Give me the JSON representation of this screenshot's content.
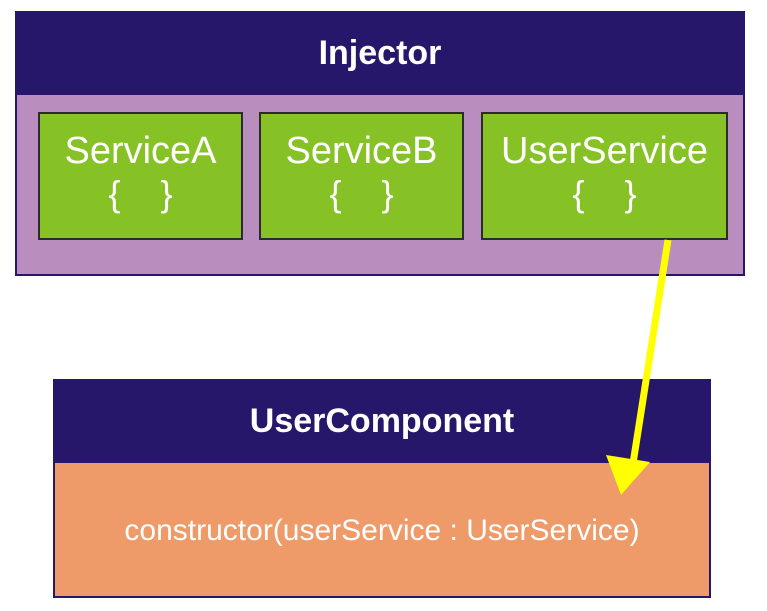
{
  "injector": {
    "title": "Injector",
    "services": [
      {
        "name": "ServiceA",
        "body": "{    }"
      },
      {
        "name": "ServiceB",
        "body": "{    }"
      },
      {
        "name": "UserService",
        "body": "{    }"
      }
    ]
  },
  "component": {
    "title": "UserComponent",
    "constructor_text": "constructor(userService : UserService)"
  },
  "colors": {
    "header": "#26176b",
    "injector_bg": "#b98dbd",
    "service_bg": "#86c226",
    "component_bg": "#ee9a69",
    "arrow": "#ffff00"
  }
}
